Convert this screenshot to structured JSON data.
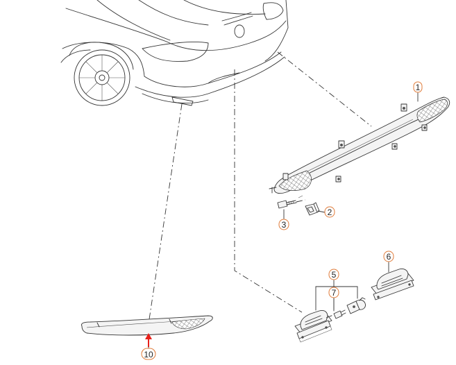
{
  "callouts": [
    {
      "id": "1",
      "label": "1"
    },
    {
      "id": "2",
      "label": "2"
    },
    {
      "id": "3",
      "label": "3"
    },
    {
      "id": "5",
      "label": "5"
    },
    {
      "id": "6",
      "label": "6"
    },
    {
      "id": "7",
      "label": "7"
    },
    {
      "id": "10",
      "label": "10"
    }
  ],
  "colors": {
    "callout_border": "#e07b39",
    "highlight_arrow": "#e8201a",
    "line": "#333333"
  }
}
